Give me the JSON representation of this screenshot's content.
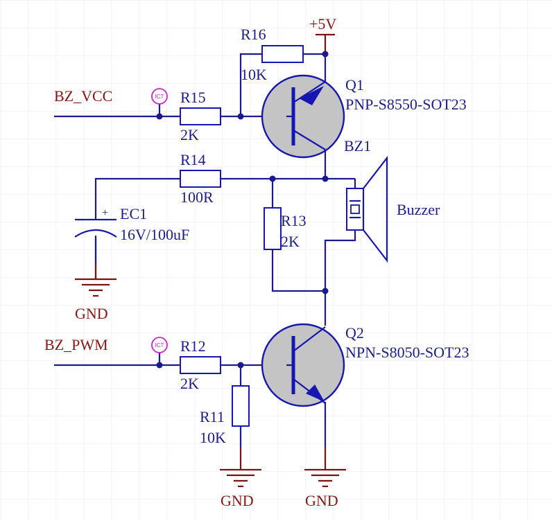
{
  "nets": {
    "bz_vcc": "BZ_VCC",
    "bz_pwm": "BZ_PWM",
    "vcc": "+5V",
    "gnd": "GND"
  },
  "components": {
    "r16": {
      "ref": "R16",
      "value": "10K"
    },
    "r15": {
      "ref": "R15",
      "value": "2K"
    },
    "r14": {
      "ref": "R14",
      "value": "100R"
    },
    "r13": {
      "ref": "R13",
      "value": "2K"
    },
    "r12": {
      "ref": "R12",
      "value": "2K"
    },
    "r11": {
      "ref": "R11",
      "value": "10K"
    },
    "q1": {
      "ref": "Q1",
      "value": "PNP-S8550-SOT23"
    },
    "q2": {
      "ref": "Q2",
      "value": "NPN-S8050-SOT23"
    },
    "ec1": {
      "ref": "EC1",
      "value": "16V/100uF",
      "polarity": "+"
    },
    "bz1": {
      "ref": "BZ1",
      "value": "Buzzer"
    }
  },
  "test_point_label": "ICT",
  "colors": {
    "wire": "#1a1a8c",
    "power": "#7a1010",
    "component": "#1616b0",
    "transistor_fill": "#c4c4c4",
    "test_point": "#d41cd4",
    "grid": "#e8e8e8"
  }
}
